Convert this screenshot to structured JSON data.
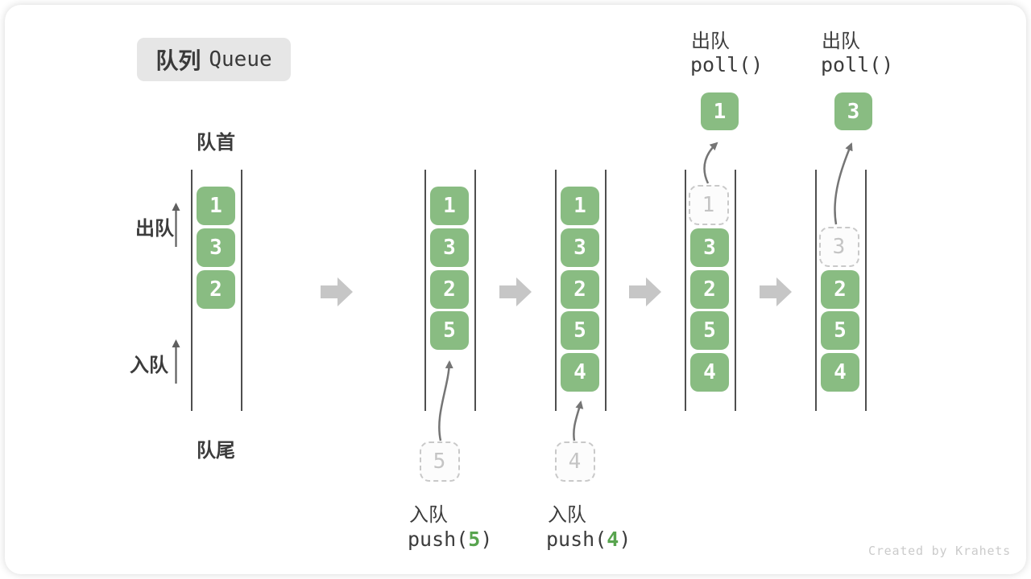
{
  "title": {
    "zh": "队列",
    "en": "Queue"
  },
  "labels": {
    "front": "队首",
    "rear": "队尾",
    "dequeue_side": "出队",
    "enqueue_side": "入队"
  },
  "columns": [
    {
      "name": "initial-state",
      "cells": [
        "1",
        "3",
        "2"
      ]
    },
    {
      "name": "after-push-5",
      "cells": [
        "1",
        "3",
        "2",
        "5"
      ]
    },
    {
      "name": "after-push-4",
      "cells": [
        "1",
        "3",
        "2",
        "5",
        "4"
      ]
    },
    {
      "name": "after-poll-1",
      "cells": [
        "1",
        "3",
        "2",
        "5",
        "4"
      ],
      "removed": "1"
    },
    {
      "name": "after-poll-3",
      "cells": [
        "3",
        "2",
        "5",
        "4"
      ],
      "removed": "3"
    }
  ],
  "ops": {
    "push5": {
      "label": "入队",
      "prefix": "push(",
      "arg": "5",
      "suffix": ")"
    },
    "push4": {
      "label": "入队",
      "prefix": "push(",
      "arg": "4",
      "suffix": ")"
    },
    "pollA": {
      "label": "出队",
      "code": "poll()",
      "result": "1"
    },
    "pollB": {
      "label": "出队",
      "code": "poll()",
      "result": "3"
    }
  },
  "credit": "Created by Krahets",
  "colors": {
    "cell_green": "#89bc82",
    "code_arg_green": "#58a44e",
    "block_arrow_gray": "#c6c6c6",
    "dashed_border_gray": "#c9c9c9",
    "badge_bg": "#e6e6e6"
  }
}
